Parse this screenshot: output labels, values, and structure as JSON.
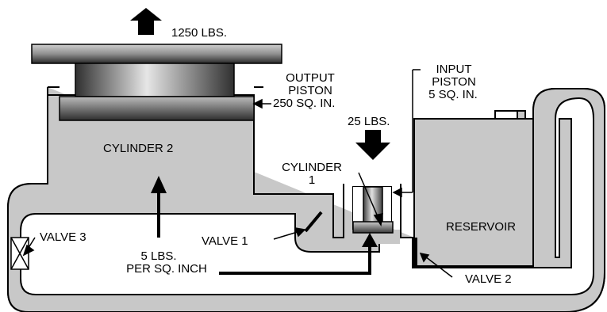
{
  "labels": {
    "force_output": "1250 LBS.",
    "output_piston_line1": "OUTPUT",
    "output_piston_line2": "PISTON",
    "output_piston_area": "250 SQ. IN.",
    "input_piston_line1": "INPUT",
    "input_piston_line2": "PISTON",
    "input_piston_area": "5 SQ. IN.",
    "force_input": "25 LBS.",
    "cylinder_2": "CYLINDER 2",
    "cylinder_1_line1": "CYLINDER",
    "cylinder_1_line2": "1",
    "reservoir": "RESERVOIR",
    "valve_1": "VALVE 1",
    "valve_2": "VALVE 2",
    "valve_3": "VALVE 3",
    "pressure_line1": "5 LBS.",
    "pressure_line2": "PER SQ. INCH"
  },
  "colors": {
    "fluid": "#c8c8c8",
    "outline": "#000000",
    "piston_dark": "#3a3a3a",
    "piston_light": "#a0a0a0",
    "background": "#ffffff"
  }
}
